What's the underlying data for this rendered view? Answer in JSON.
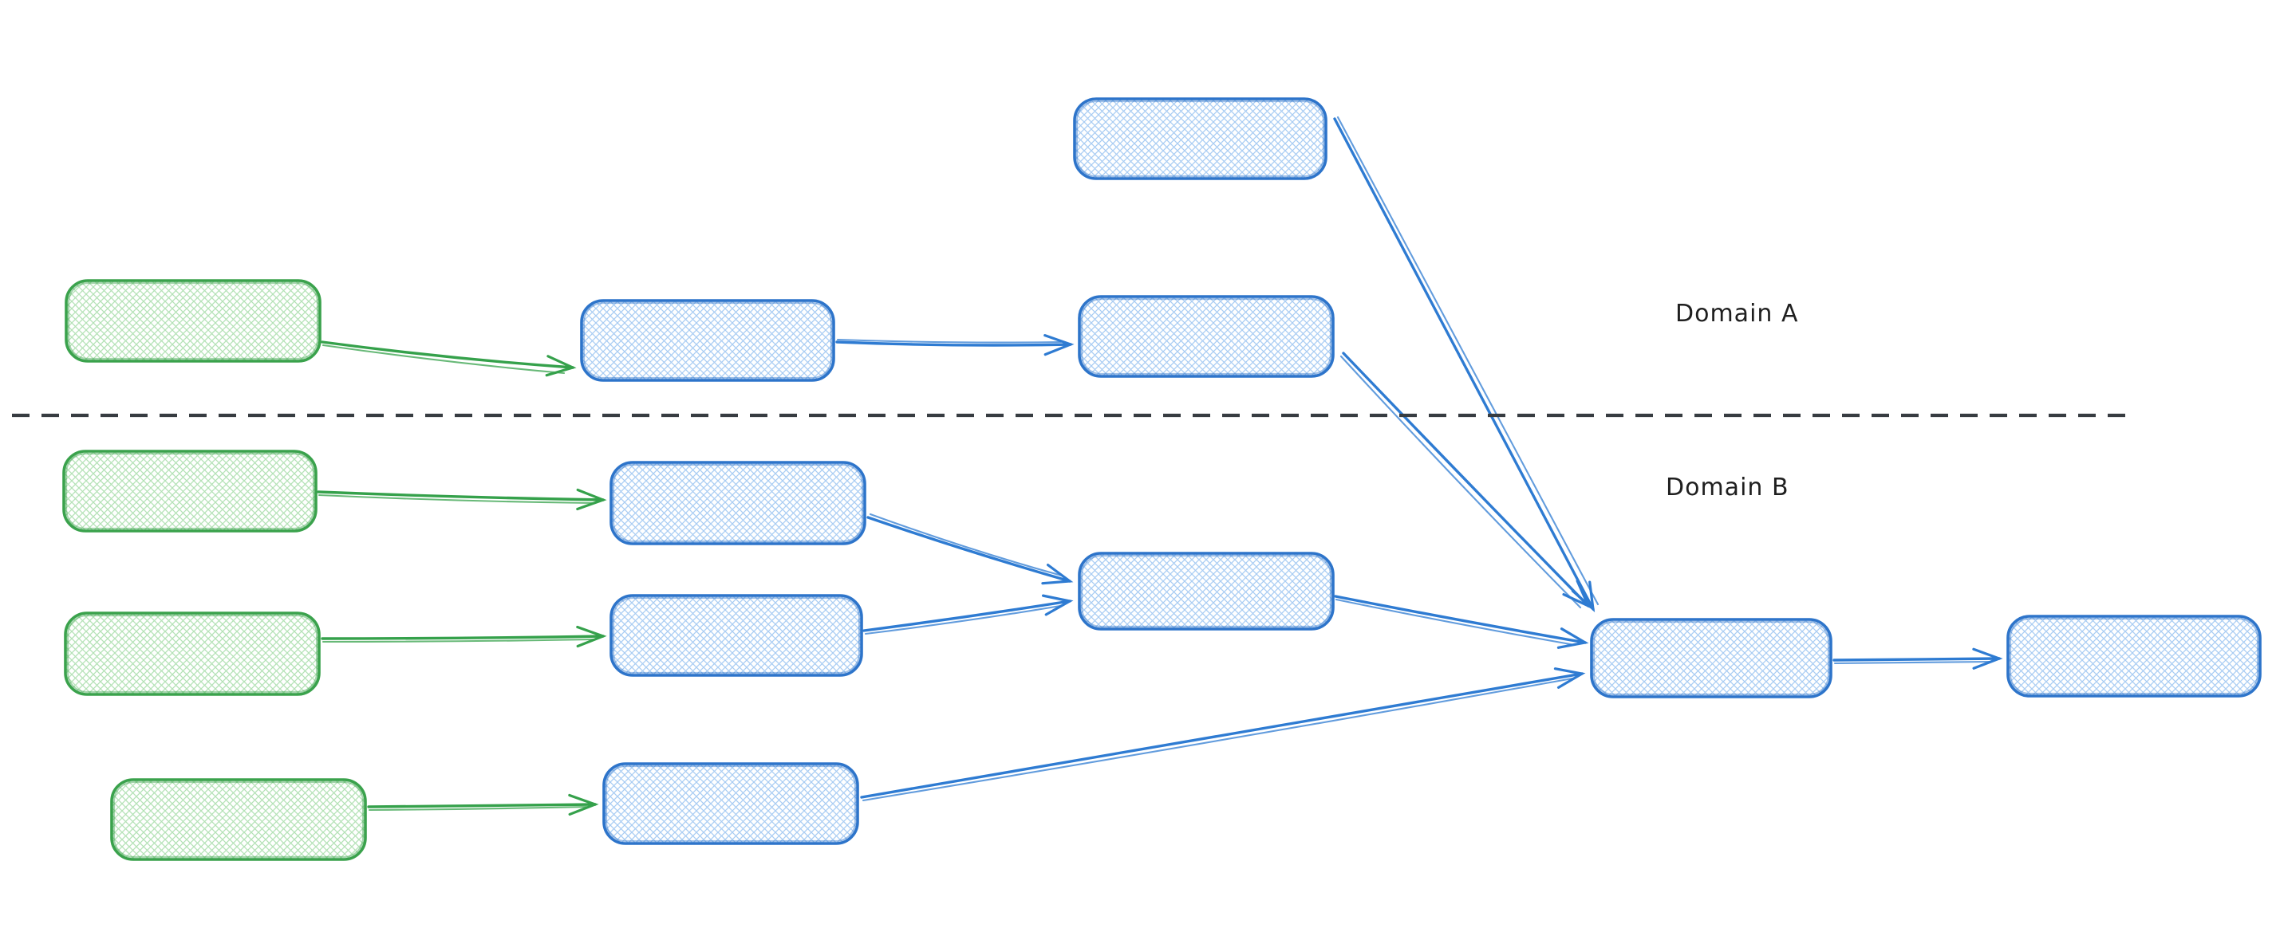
{
  "diagram": {
    "type": "flow-diagram",
    "style": "hand-drawn-sketch",
    "background": "#ffffff",
    "labels": {
      "domain_a": "Domain A",
      "domain_b": "Domain B"
    },
    "colors": {
      "blue_node_border": "#2d74ca",
      "blue_node_hatch": "#a9cdf3",
      "green_node_border": "#3aa24c",
      "green_node_hatch": "#b4e2b6",
      "arrow_blue": "#2e7bd2",
      "arrow_green": "#35a14b",
      "separator_dash": "#373c41",
      "label_text": "#1f1f1f"
    },
    "separator": {
      "style": "dashed",
      "orientation": "horizontal",
      "divides": [
        "Domain A",
        "Domain B"
      ]
    },
    "nodes": [
      {
        "id": "a-upper-blue",
        "color": "blue",
        "domain": "Domain A"
      },
      {
        "id": "a-source-green",
        "color": "green",
        "domain": "Domain A"
      },
      {
        "id": "a-step-1-blue",
        "color": "blue",
        "domain": "Domain A"
      },
      {
        "id": "a-step-2-blue",
        "color": "blue",
        "domain": "Domain A"
      },
      {
        "id": "b-row1-source-green",
        "color": "green",
        "domain": "Domain B"
      },
      {
        "id": "b-row1-step-blue",
        "color": "blue",
        "domain": "Domain B"
      },
      {
        "id": "b-row2-source-green",
        "color": "green",
        "domain": "Domain B"
      },
      {
        "id": "b-row2-step-blue",
        "color": "blue",
        "domain": "Domain B"
      },
      {
        "id": "b-merge-blue",
        "color": "blue",
        "domain": "Domain B"
      },
      {
        "id": "b-row3-source-green",
        "color": "green",
        "domain": "Domain B"
      },
      {
        "id": "b-row3-step-blue",
        "color": "blue",
        "domain": "Domain B"
      },
      {
        "id": "merge-all-blue",
        "color": "blue",
        "domain": "Domain B"
      },
      {
        "id": "final-blue",
        "color": "blue",
        "domain": "Domain B"
      }
    ],
    "edges": [
      {
        "from": "a-source-green",
        "to": "a-step-1-blue",
        "color": "green"
      },
      {
        "from": "a-step-1-blue",
        "to": "a-step-2-blue",
        "color": "blue"
      },
      {
        "from": "a-upper-blue",
        "to": "merge-all-blue",
        "color": "blue"
      },
      {
        "from": "a-step-2-blue",
        "to": "merge-all-blue",
        "color": "blue"
      },
      {
        "from": "b-row1-source-green",
        "to": "b-row1-step-blue",
        "color": "green"
      },
      {
        "from": "b-row1-step-blue",
        "to": "b-merge-blue",
        "color": "blue"
      },
      {
        "from": "b-row2-source-green",
        "to": "b-row2-step-blue",
        "color": "green"
      },
      {
        "from": "b-row2-step-blue",
        "to": "b-merge-blue",
        "color": "blue"
      },
      {
        "from": "b-merge-blue",
        "to": "merge-all-blue",
        "color": "blue"
      },
      {
        "from": "b-row3-source-green",
        "to": "b-row3-step-blue",
        "color": "green"
      },
      {
        "from": "b-row3-step-blue",
        "to": "merge-all-blue",
        "color": "blue"
      },
      {
        "from": "merge-all-blue",
        "to": "final-blue",
        "color": "blue"
      }
    ]
  }
}
